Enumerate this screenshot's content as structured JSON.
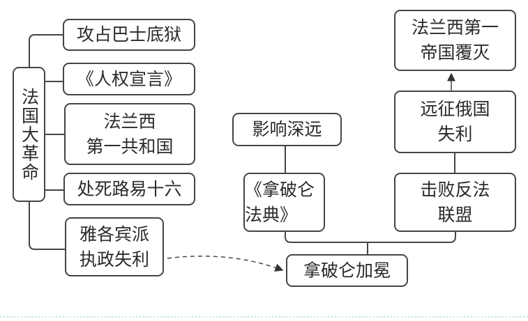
{
  "root": "法国大革命",
  "revolution_events": [
    "攻占巴士底狱",
    "《人权宣言》",
    "法兰西\n第一共和国",
    "处死路易十六",
    "雅各宾派\n执政失利"
  ],
  "napoleon": {
    "coronation": "拿破仑加冕",
    "code": "《拿破仑\n法典》",
    "code_impact": "影响深远",
    "victory": "击败反法\n联盟",
    "russia": "远征俄国\n失利",
    "fall": "法兰西第一\n帝国覆灭"
  }
}
